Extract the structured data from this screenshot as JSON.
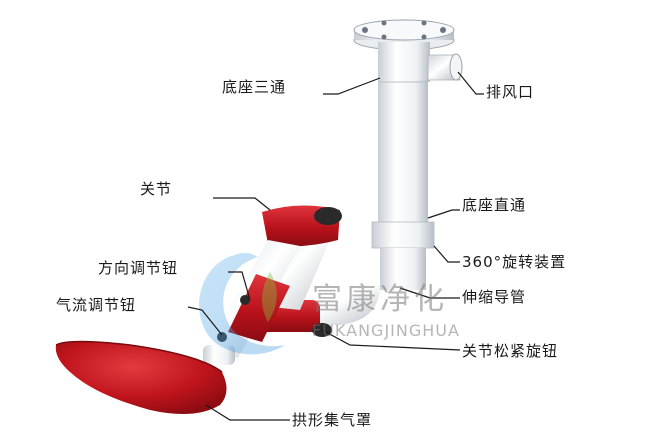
{
  "labels": {
    "base_tee": "底座三通",
    "exhaust_port": "排风口",
    "joint": "关节",
    "base_straight": "底座直通",
    "rotation": "360°旋转装置",
    "direction_knob": "方向调节钮",
    "telescopic_pipe": "伸缩导管",
    "airflow_knob": "气流调节钮",
    "joint_tension_knob": "关节松紧旋钮",
    "arch_hood": "拱形集气罩"
  },
  "watermark": {
    "brand_cn": "富康净化",
    "brand_en": "FUKANGJINGHUA"
  },
  "colors": {
    "pipe_white": "#f4f6f8",
    "joint_red": "#c0141e",
    "knob_dark": "#2a2a2a",
    "label_text": "#1a1a1a",
    "watermark_blue": "#2f8fd8",
    "watermark_green": "#7fbf3a"
  }
}
